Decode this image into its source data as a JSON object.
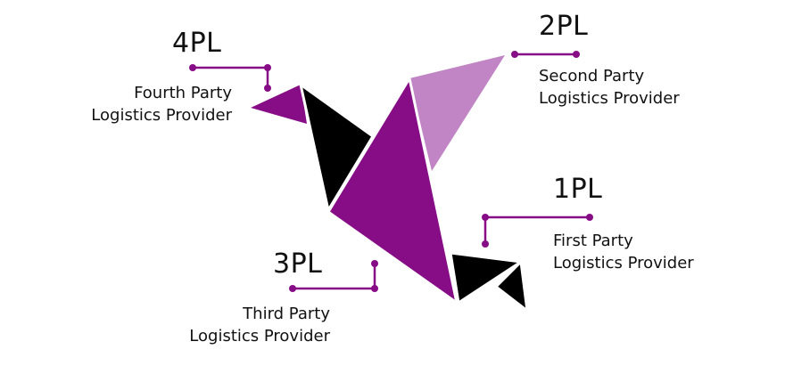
{
  "colors": {
    "primary_purple": "#870D87",
    "light_purple": "#C184C4",
    "dark": "#000000",
    "connector": "#870D87"
  },
  "labels": {
    "fourth": {
      "code": "4PL",
      "line1": "Fourth Party",
      "line2": "Logistics Provider"
    },
    "second": {
      "code": "2PL",
      "line1": "Second Party",
      "line2": "Logistics Provider"
    },
    "first": {
      "code": "1PL",
      "line1": "First Party",
      "line2": "Logistics Provider"
    },
    "third": {
      "code": "3PL",
      "line1": "Third Party",
      "line2": "Logistics Provider"
    }
  }
}
